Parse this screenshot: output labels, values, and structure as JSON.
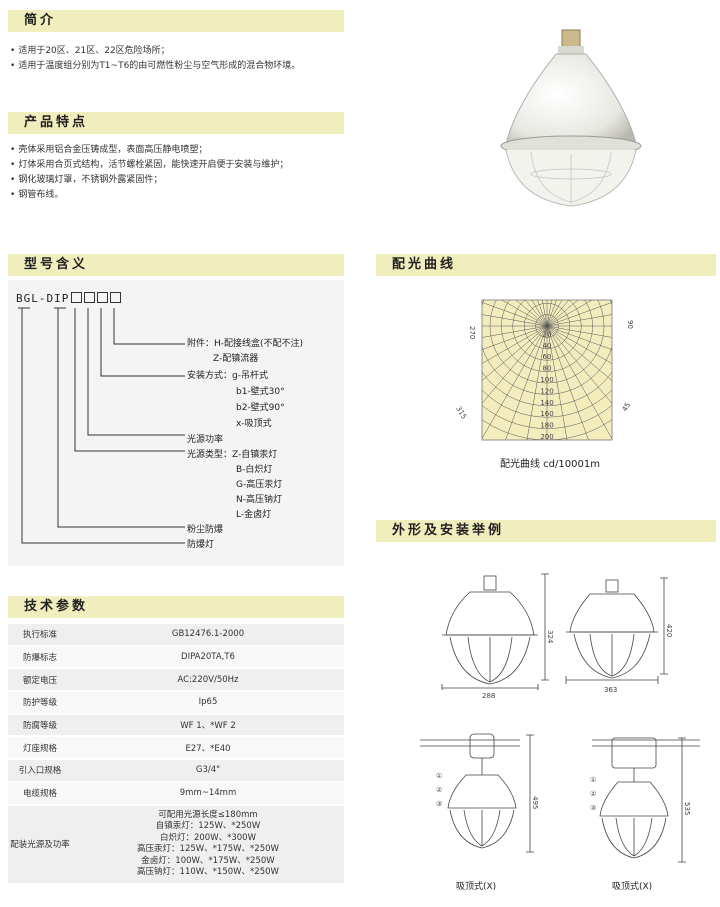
{
  "intro": {
    "title": "简介",
    "bullets": [
      "适用于20区、21区、22区危险场所；",
      "适用于温度组分别为T1~T6的由可燃性粉尘与空气形成的混合物环境。"
    ]
  },
  "features": {
    "title": "产品特点",
    "bullets": [
      "壳体采用铝合金压铸成型，表面高压静电喷塑；",
      "灯体采用合页式结构，活节螺栓紧固，能快速开启便于安装与维护；",
      "钢化玻璃灯罩，不锈钢外露紧固件；",
      "钢管布线。"
    ]
  },
  "model": {
    "title": "型号含义",
    "code": "BGL-DIP",
    "lines": [
      "附件：H-配接线盒(不配不注)",
      "Z-配镇流器",
      "安装方式：g-吊杆式",
      "b1-壁式30°",
      "b2-壁式90°",
      "x-吸顶式",
      "光源功率",
      "光源类型：Z-自镇汞灯",
      "B-白炽灯",
      "G-高压汞灯",
      "N-高压钠灯",
      "L-金卤灯",
      "粉尘防爆",
      "防爆灯"
    ]
  },
  "light_curve": {
    "title": "配光曲线",
    "caption": "配光曲线 cd/10001m",
    "angles": [
      "270",
      "90",
      "315",
      "45"
    ],
    "rings": [
      "20",
      "40",
      "60",
      "80",
      "100",
      "120",
      "140",
      "160",
      "180",
      "200"
    ]
  },
  "specs": {
    "title": "技术参数",
    "rows": [
      {
        "k": "执行标准",
        "v": "GB12476.1-2000"
      },
      {
        "k": "防爆标志",
        "v": "DIPA20TA,T6"
      },
      {
        "k": "额定电压",
        "v": "AC:220V/50Hz"
      },
      {
        "k": "防护等级",
        "v": "Ip65"
      },
      {
        "k": "防腐等级",
        "v": "WF 1、*WF 2"
      },
      {
        "k": "灯座规格",
        "v": "E27、*E40"
      },
      {
        "k": "引入口规格",
        "v": "G3/4\""
      },
      {
        "k": "电缆规格",
        "v": "9mm~14mm"
      }
    ],
    "power_key": "配装光源及功率",
    "power_lines": [
      "可配用光源长度≤180mm",
      "自镇汞灯：125W、*250W",
      "白炽灯：200W、*300W",
      "高压汞灯：125W、*175W、*250W",
      "金卤灯：100W、*175W、*250W",
      "高压钠灯：110W、*150W、*250W"
    ]
  },
  "install": {
    "title": "外形及安装举例",
    "dims": [
      "324",
      "288",
      "420",
      "363",
      "495",
      "535"
    ],
    "callouts": [
      "①",
      "②",
      "③"
    ],
    "captions": [
      "吸顶式(X)",
      "吸顶式(X)"
    ]
  }
}
